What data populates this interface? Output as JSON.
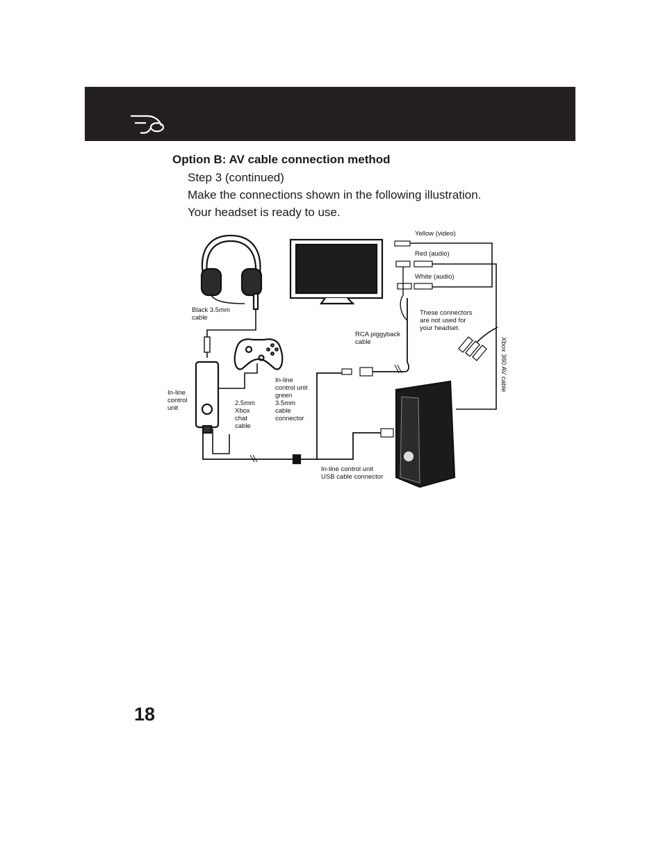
{
  "header": {
    "logo_icon": "turtle-beach-logo-icon",
    "band_color": "#231f20"
  },
  "section_title": "Option B: AV cable connection method",
  "steps": [
    "Step 3 (continued)",
    "Make the connections shown in the following illustration.",
    "Your headset is ready to use."
  ],
  "diagram": {
    "labels": {
      "yellow": "Yellow (video)",
      "red": "Red (audio)",
      "white": "White (audio)",
      "not_used": "These connectors\nare not used for\nyour headset.",
      "rca": "RCA piggyback\ncable",
      "black_cable": "Black 3.5mm\ncable",
      "inline_unit": "In-line\ncontrol\nunit",
      "chat_cable": "2.5mm\nXbox\nchat\ncable",
      "green_connector": "In-line\ncontrol unit\ngreen\n3.5mm\ncable\nconnector",
      "usb_connector": "In-line control unit\nUSB cable connector",
      "av_cable": "Xbox 360 AV cable"
    },
    "icons": [
      "headset-icon",
      "tv-icon",
      "controller-icon",
      "xbox-console-icon",
      "inline-control-unit-icon"
    ]
  },
  "page_number": "18"
}
